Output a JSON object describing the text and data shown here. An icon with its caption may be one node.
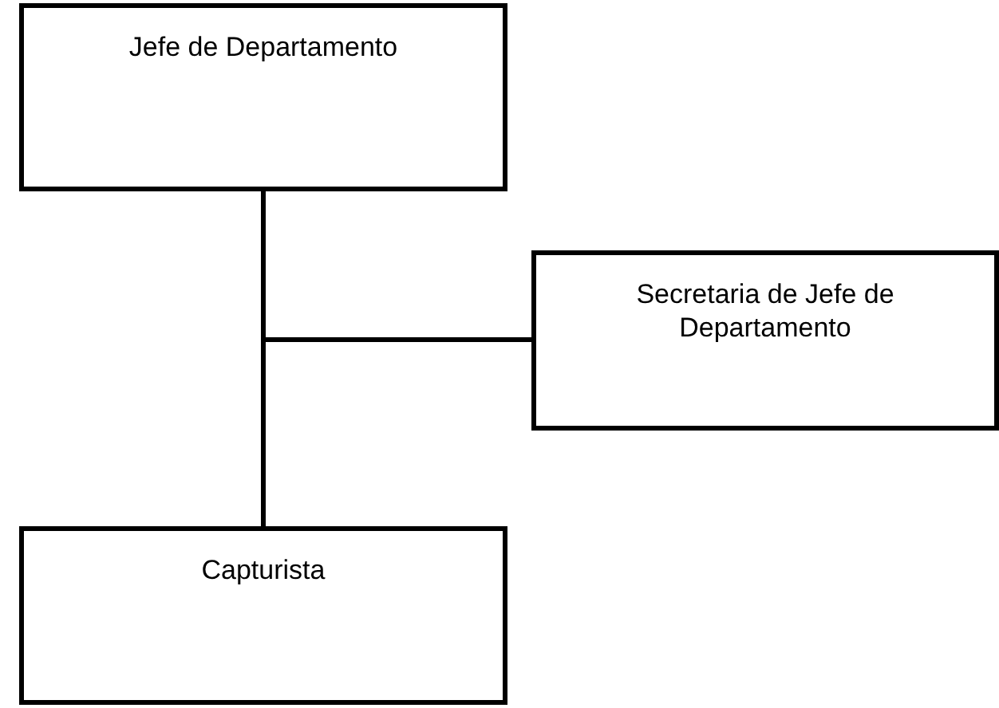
{
  "diagram": {
    "nodes": [
      {
        "text": [
          "Jefe de Departamento"
        ]
      },
      {
        "text": [
          "Secretaria de Jefe de Departamento"
        ]
      },
      {
        "text": [
          "Capturista"
        ]
      }
    ],
    "edges": [
      {
        "from": 0,
        "to": 1,
        "arrow": "none"
      },
      {
        "from": 0,
        "to": 2,
        "arrow": "none"
      }
    ]
  }
}
